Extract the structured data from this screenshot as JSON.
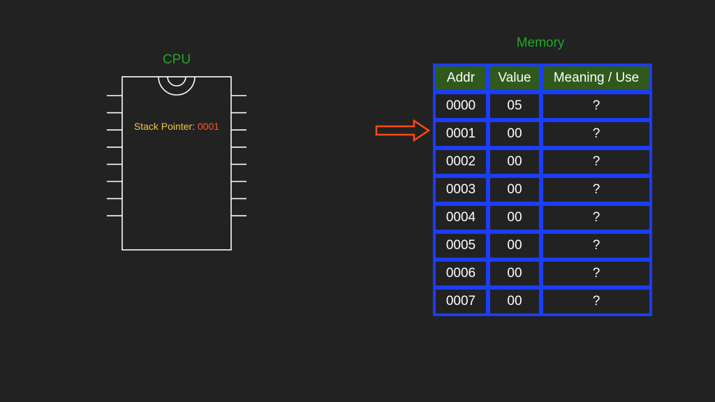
{
  "colors": {
    "background": "#222222",
    "title_green": "#1fa82a",
    "chip_outline": "#ffffff",
    "sp_label": "#f5c842",
    "sp_value": "#ff5a1f",
    "arrow": "#ff4a14",
    "table_border": "#1a3dff",
    "header_fill": "#2f5a1b",
    "cell_text": "#ffffff"
  },
  "cpu": {
    "title": "CPU",
    "stack_pointer_label": "Stack Pointer:",
    "stack_pointer_value": "0001",
    "pins_per_side": 8
  },
  "pointer": {
    "icon": "right-arrow-outline-icon",
    "points_to_row": 1
  },
  "memory": {
    "title": "Memory",
    "columns": [
      "Addr",
      "Value",
      "Meaning / Use"
    ],
    "rows": [
      [
        "0000",
        "05",
        "?"
      ],
      [
        "0001",
        "00",
        "?"
      ],
      [
        "0002",
        "00",
        "?"
      ],
      [
        "0003",
        "00",
        "?"
      ],
      [
        "0004",
        "00",
        "?"
      ],
      [
        "0005",
        "00",
        "?"
      ],
      [
        "0006",
        "00",
        "?"
      ],
      [
        "0007",
        "00",
        "?"
      ]
    ]
  }
}
